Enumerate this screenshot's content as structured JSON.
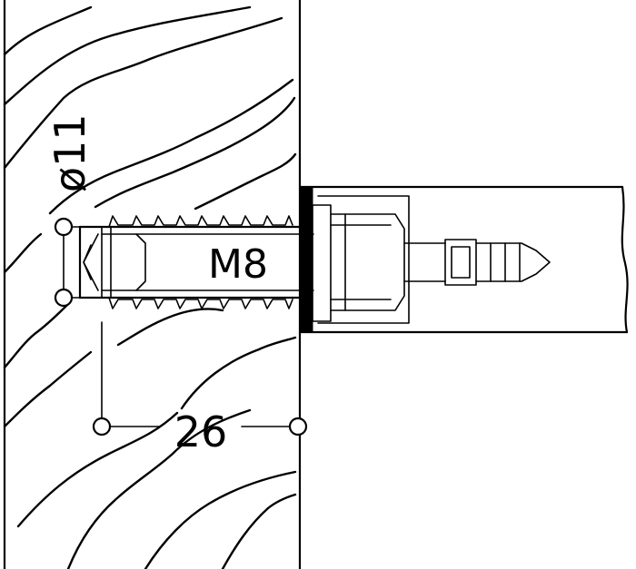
{
  "labels": {
    "diameter": "ø11",
    "thread": "M8",
    "depth": "26"
  },
  "colors": {
    "line": "#000000",
    "background": "#ffffff"
  }
}
